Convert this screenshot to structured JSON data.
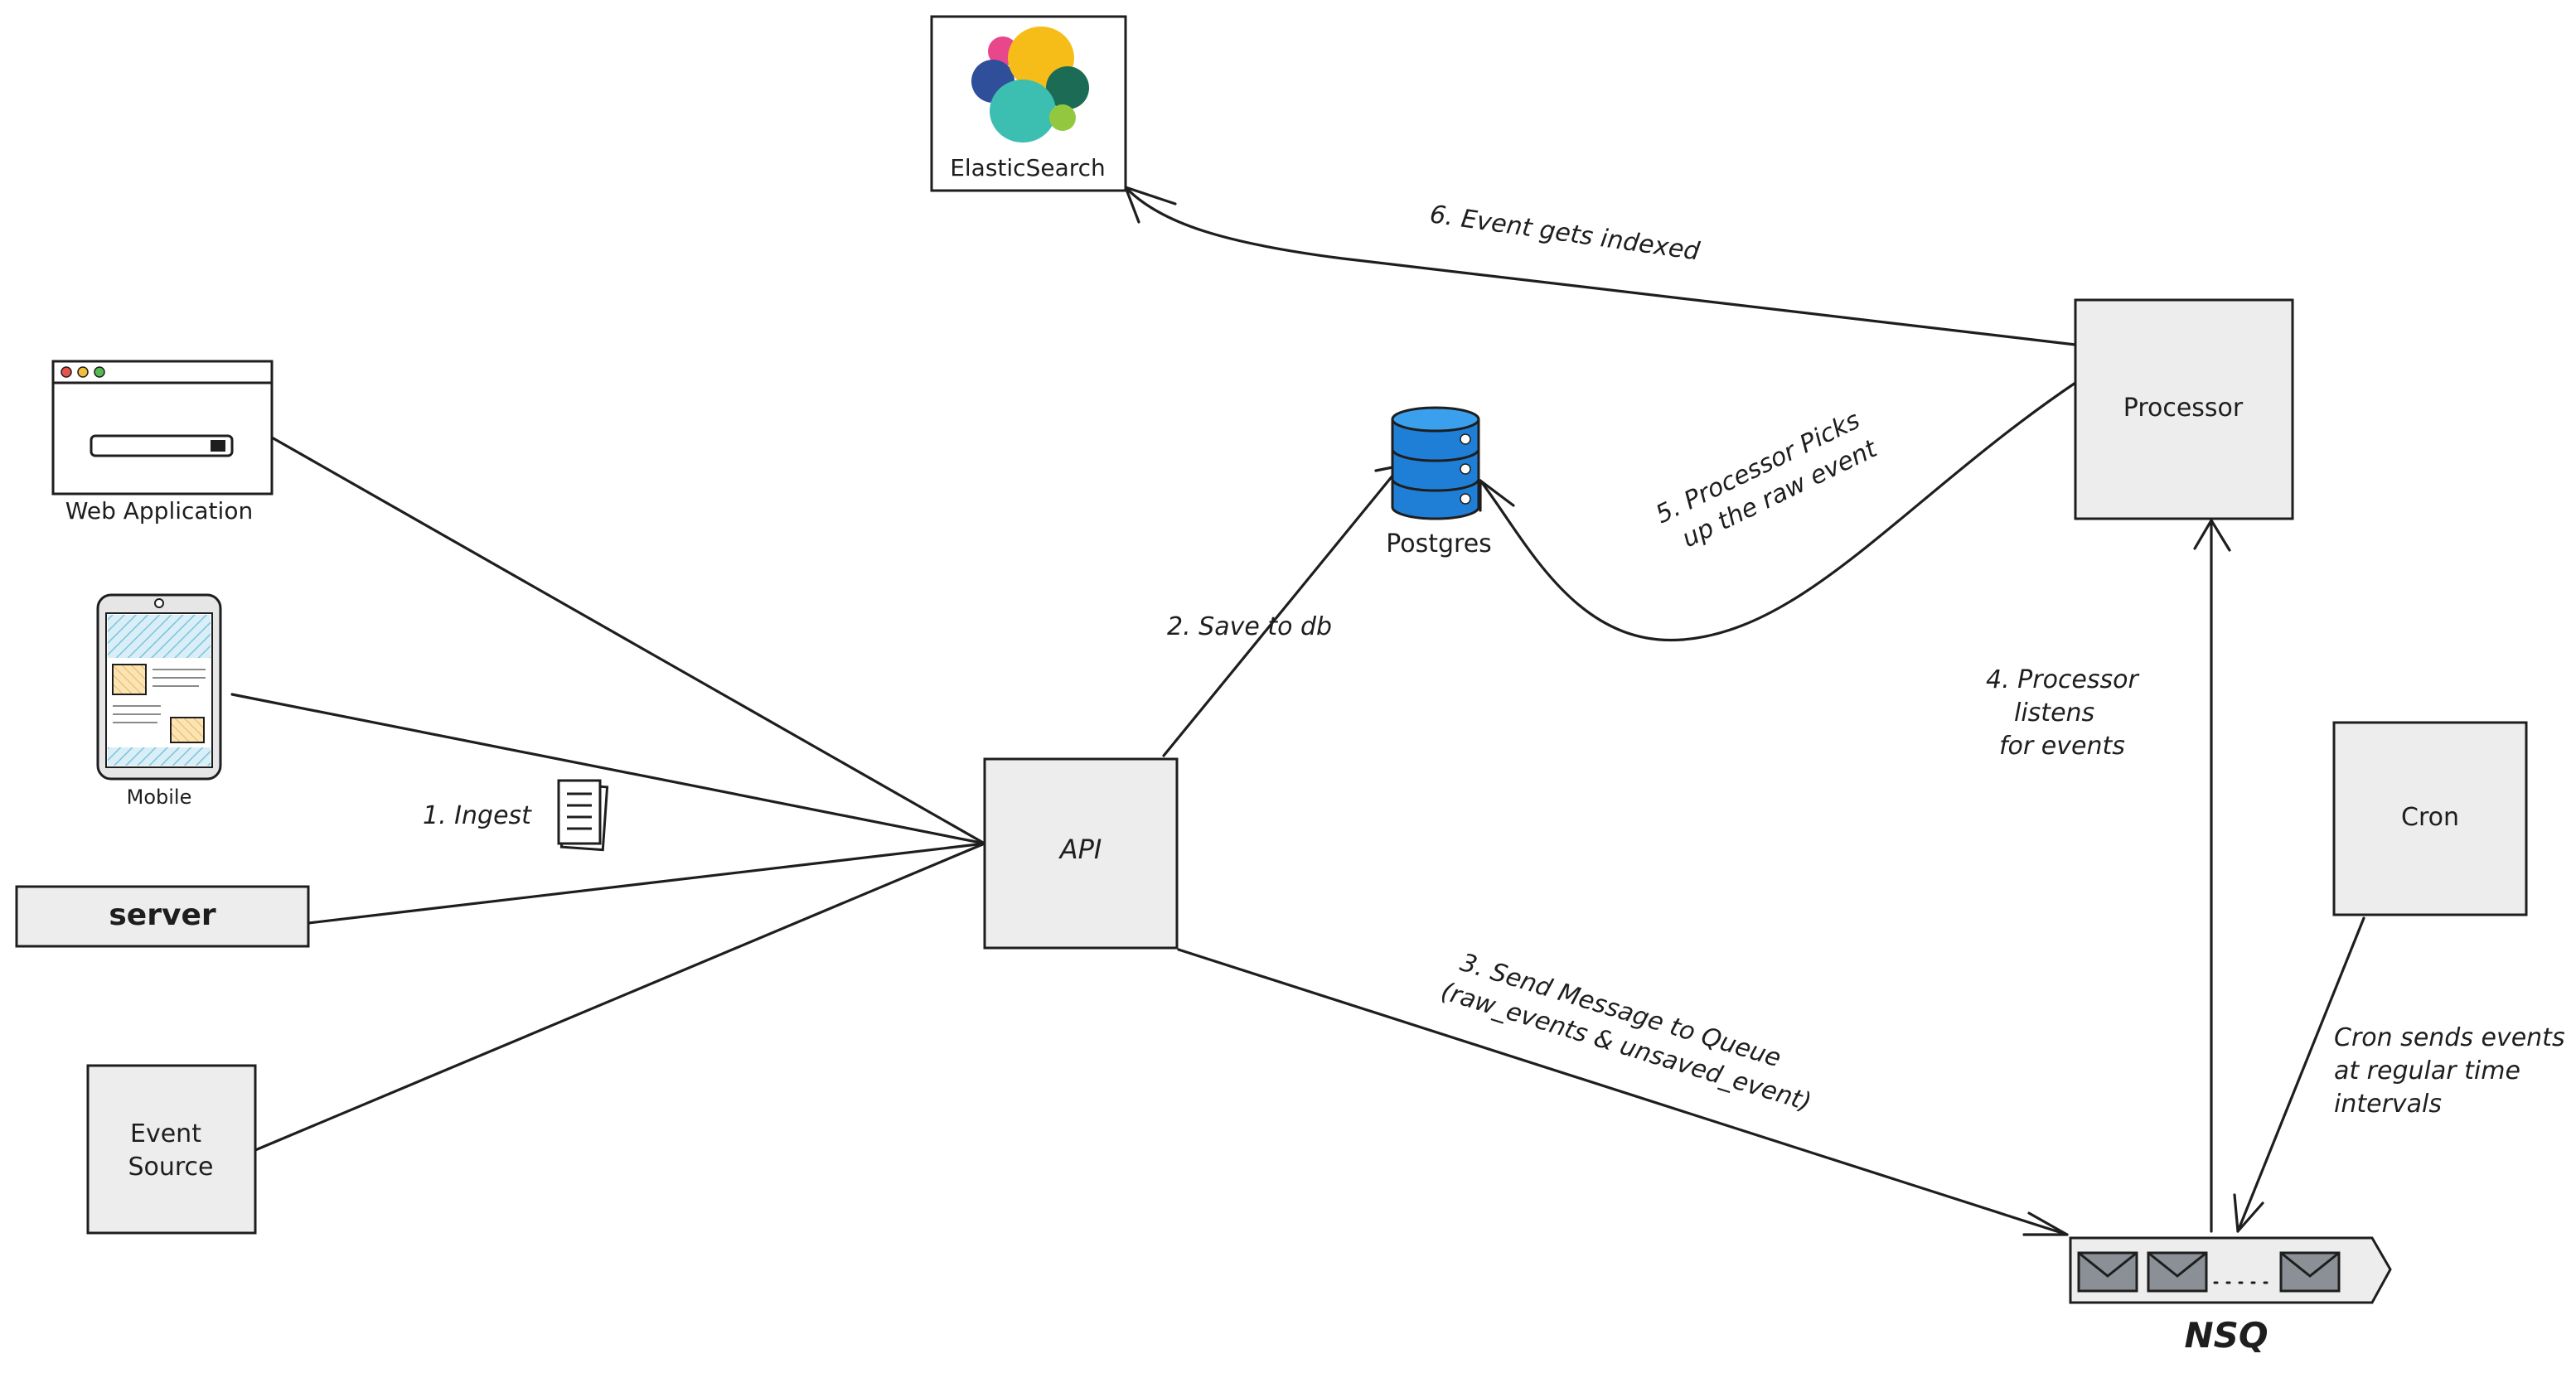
{
  "nodes": {
    "elasticsearch": "ElasticSearch",
    "web_application": "Web Application",
    "mobile": "Mobile",
    "server": "server",
    "event_source_line1": "Event",
    "event_source_line2": "Source",
    "api": "API",
    "postgres": "Postgres",
    "processor": "Processor",
    "cron": "Cron",
    "nsq": "NSQ"
  },
  "edges": {
    "ingest": "1. Ingest",
    "save_to_db": "2. Save to db",
    "send_message_line1": "3. Send Message to Queue",
    "send_message_line2": "(raw_events & unsaved_event)",
    "processor_listens_line1": "4. Processor",
    "processor_listens_line2": "listens",
    "processor_listens_line3": "for events",
    "processor_picks_line1": "5. Processor Picks",
    "processor_picks_line2": "up the raw event",
    "event_indexed": "6. Event gets indexed",
    "cron_sends_line1": "Cron sends events",
    "cron_sends_line2": "at regular time",
    "cron_sends_line3": "intervals"
  },
  "colors": {
    "stroke": "#1e1e1e",
    "box_fill": "#ededed",
    "db_blue": "#1f7fd6",
    "elastic_yellow": "#f6bd19",
    "elastic_teal": "#3cbeb1",
    "elastic_navy": "#2f4f9a",
    "elastic_green": "#1b6b55",
    "elastic_pink": "#e8478b",
    "elastic_lime": "#93c83e",
    "mobile_hatch": "#7cc4dc",
    "mobile_card": "#fbd68f"
  },
  "icons": [
    "elasticsearch-logo-icon",
    "browser-window-icon",
    "mobile-phone-icon",
    "document-stack-icon",
    "database-cylinder-icon",
    "envelope-icon"
  ]
}
